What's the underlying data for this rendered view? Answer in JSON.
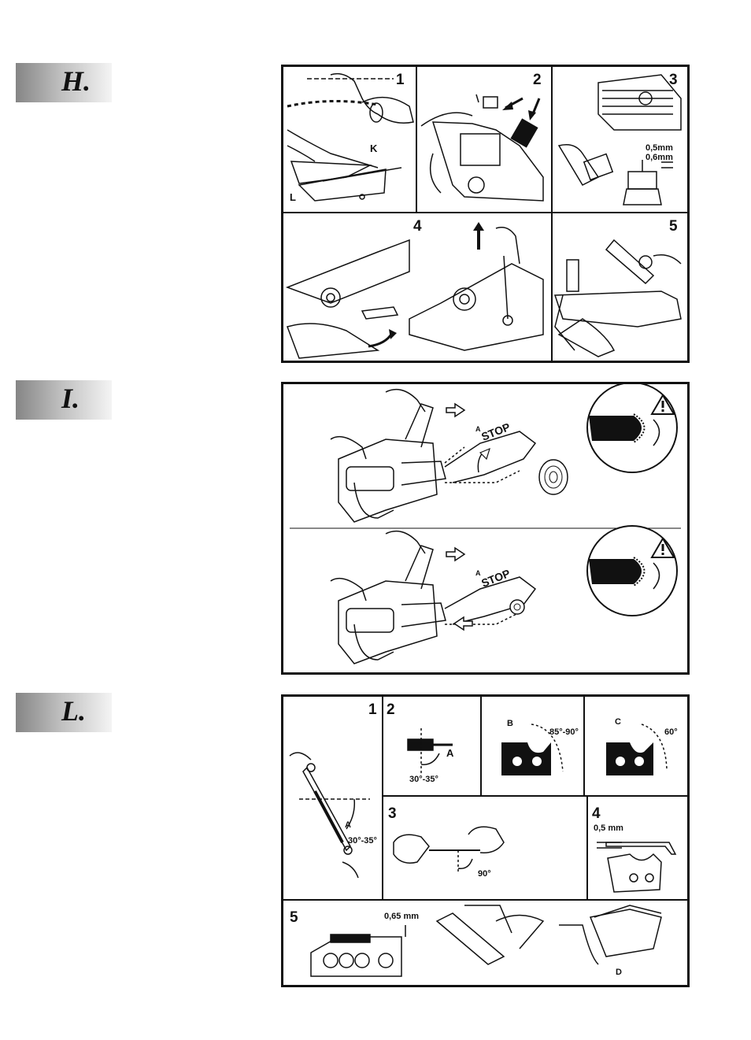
{
  "sections": {
    "h": {
      "letter": "H.",
      "cells": [
        {
          "num": "1",
          "labels": [
            "K",
            "L"
          ]
        },
        {
          "num": "2"
        },
        {
          "num": "3",
          "labels": [
            "0,5mm",
            "0,6mm"
          ]
        },
        {
          "num": "4"
        },
        {
          "num": "5"
        }
      ]
    },
    "i": {
      "letter": "I.",
      "top": {
        "stop": "STOP",
        "a": "A"
      },
      "bottom": {
        "stop": "STOP",
        "a": "A"
      }
    },
    "l": {
      "letter": "L.",
      "cells": [
        {
          "num": "1",
          "labels": [
            "A",
            "30°-35°"
          ]
        },
        {
          "num": "2",
          "labels": [
            "A",
            "30°-35°",
            "B",
            "85°-90°",
            "C",
            "60°"
          ]
        },
        {
          "num": "3",
          "labels": [
            "90°"
          ]
        },
        {
          "num": "4",
          "labels": [
            "0,5 mm"
          ]
        },
        {
          "num": "5",
          "labels": [
            "0,65 mm",
            "D"
          ]
        }
      ]
    }
  }
}
